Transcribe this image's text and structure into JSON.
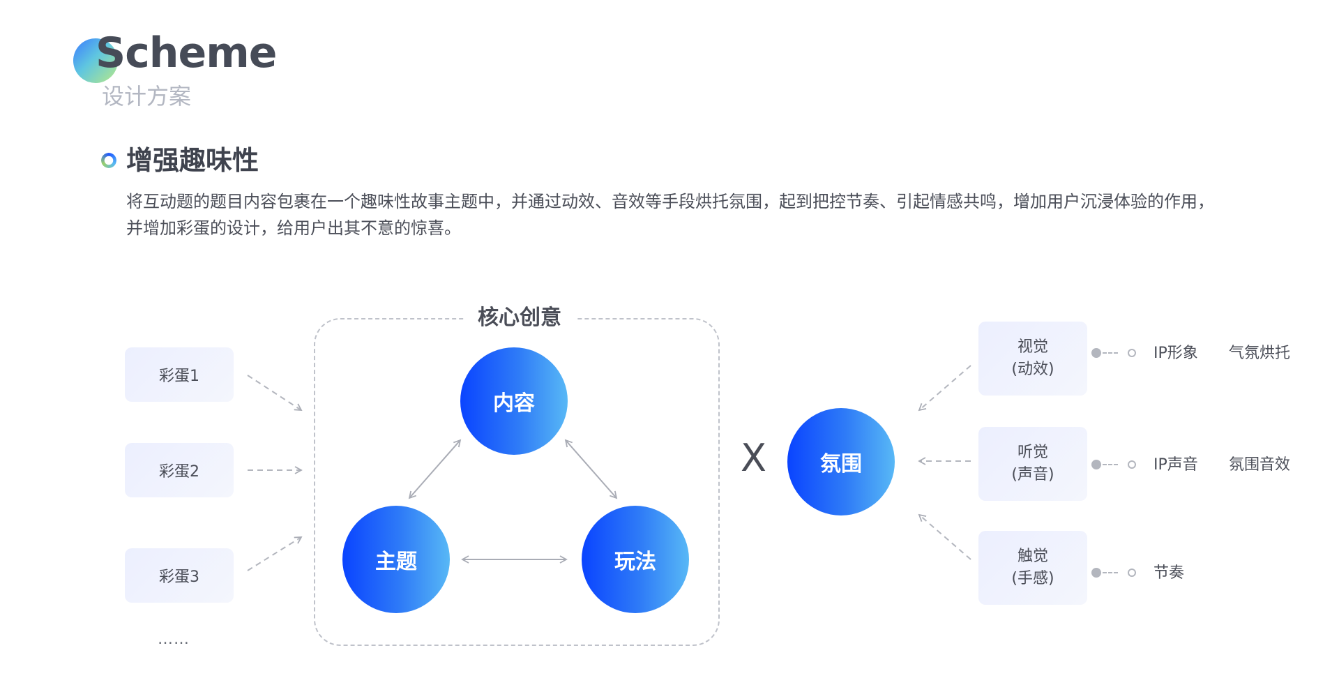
{
  "header": {
    "title": "Scheme",
    "subtitle": "设计方案"
  },
  "section": {
    "title": "增强趣味性",
    "description": "将互动题的题目内容包裹在一个趣味性故事主题中，并通过动效、音效等手段烘托氛围，起到把控节奏、引起情感共鸣，增加用户沉浸体验的作用，并增加彩蛋的设计，给用户出其不意的惊喜。"
  },
  "diagram": {
    "core_label": "核心创意",
    "eggs": [
      "彩蛋1",
      "彩蛋2",
      "彩蛋3"
    ],
    "ellipsis": "……",
    "core": {
      "content": "内容",
      "theme": "主题",
      "gameplay": "玩法"
    },
    "times": "X",
    "atmosphere": "氛围",
    "senses": [
      {
        "line1": "视觉",
        "line2": "(动效)",
        "tags": [
          "IP形象",
          "气氛烘托"
        ]
      },
      {
        "line1": "听觉",
        "line2": "(声音)",
        "tags": [
          "IP声音",
          "氛围音效"
        ]
      },
      {
        "line1": "触觉",
        "line2": "(手感)",
        "tags": [
          "节奏"
        ]
      }
    ]
  },
  "colors": {
    "primary_blue": "#0a44ff",
    "light_blue": "#58b8f6",
    "connector_gray": "#b3b6be"
  }
}
